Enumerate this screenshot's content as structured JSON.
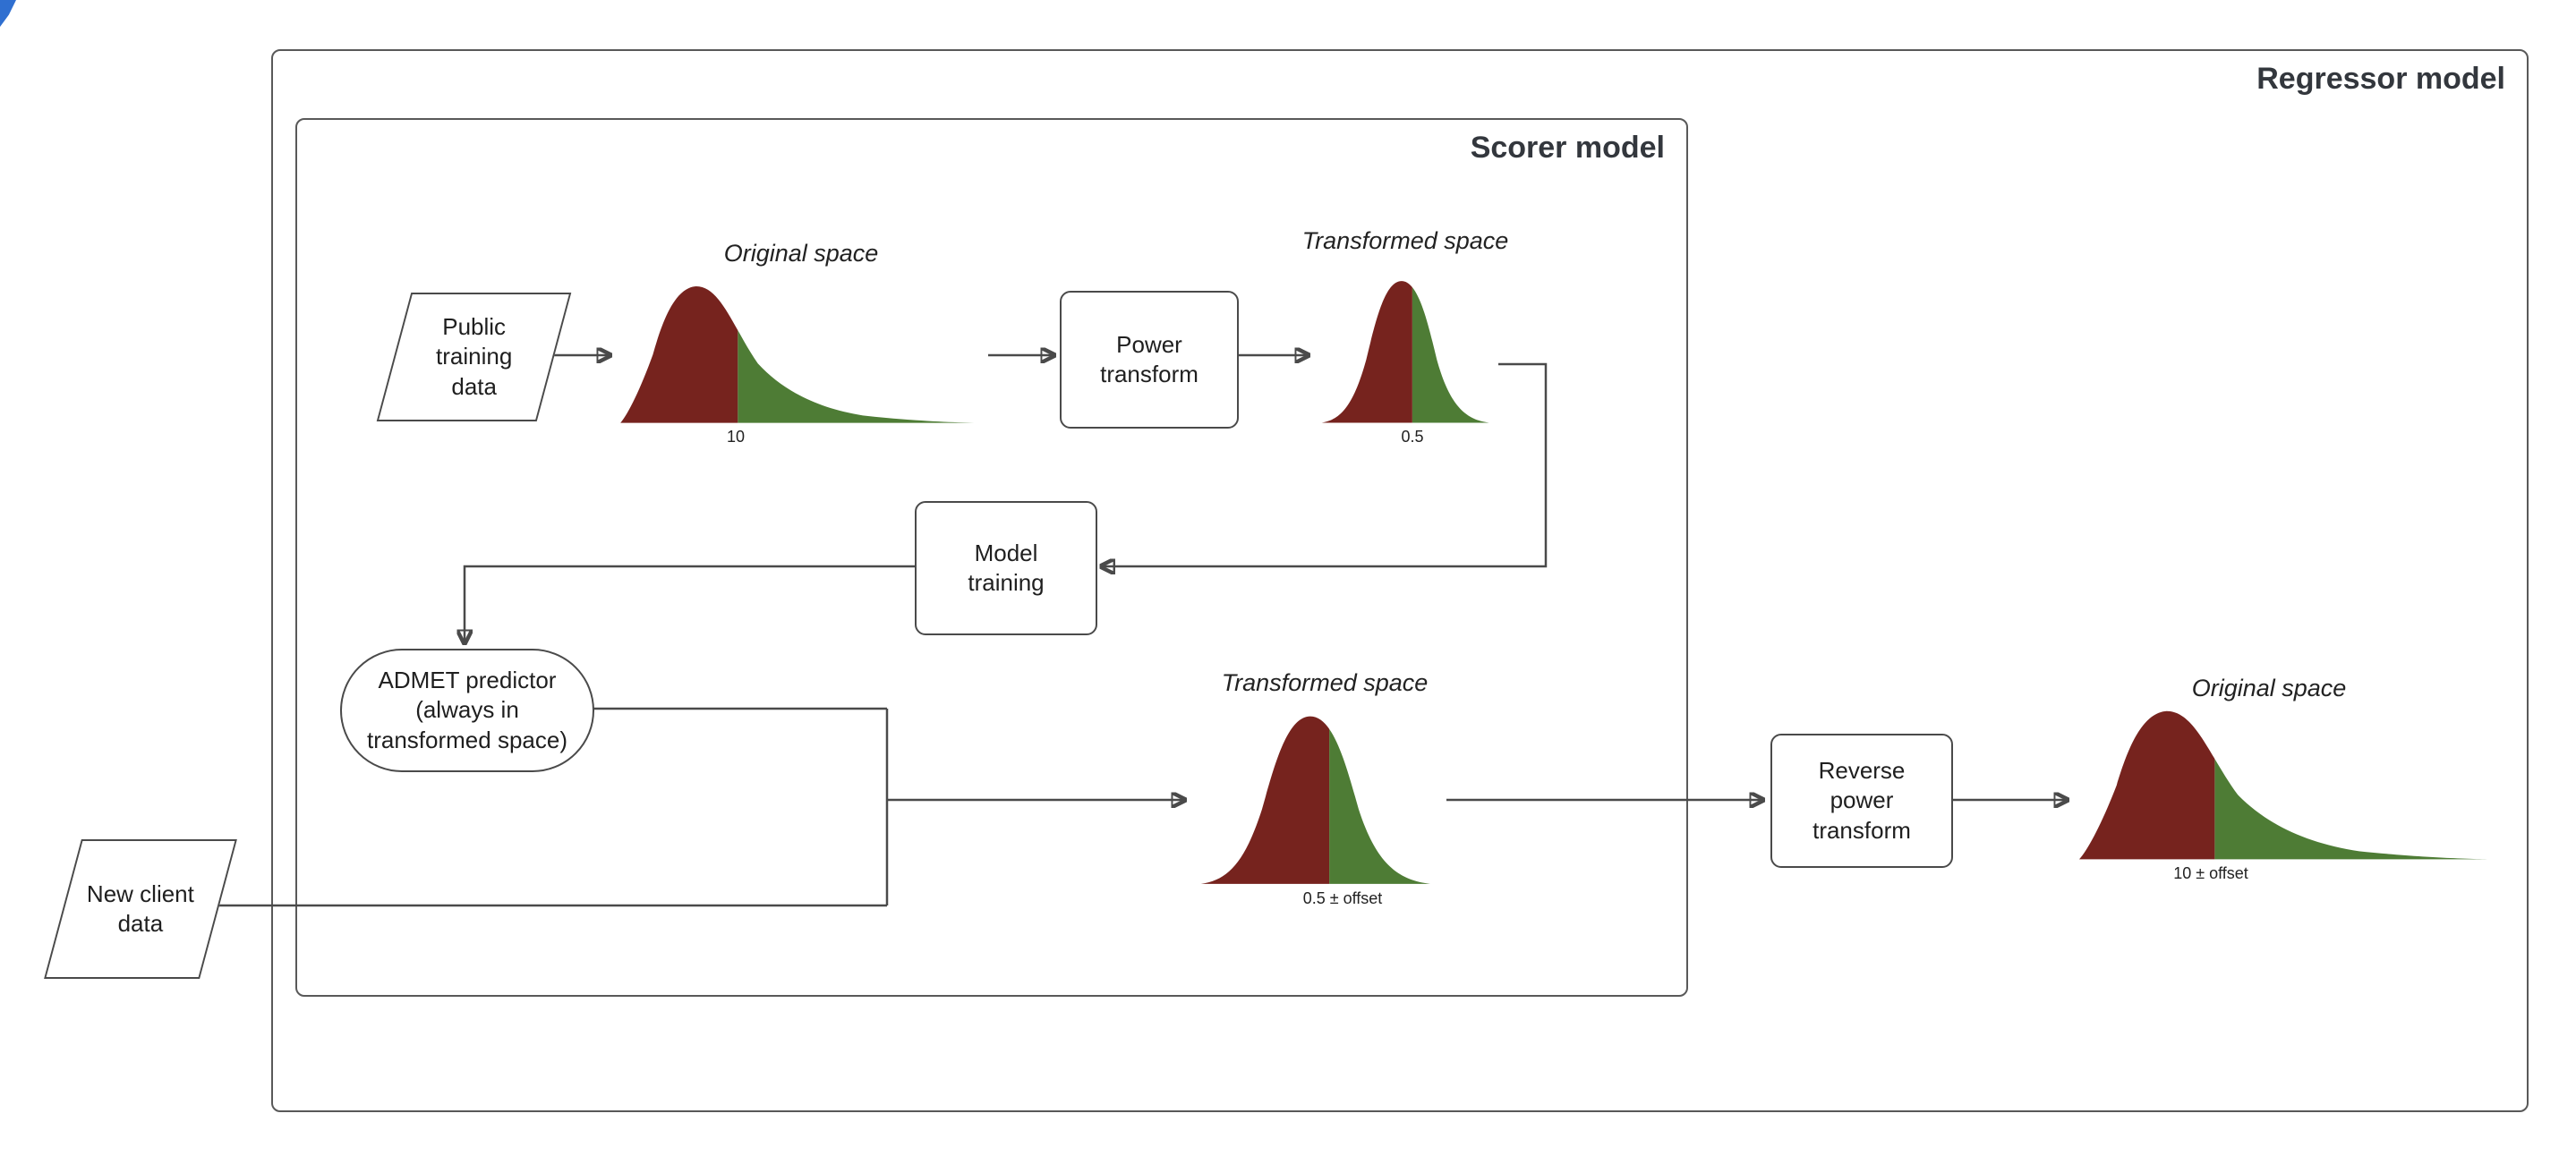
{
  "groups": {
    "regressor": {
      "label": "Regressor model"
    },
    "scorer": {
      "label": "Scorer model"
    }
  },
  "nodes": {
    "public_training_data": {
      "label": "Public\ntraining\ndata",
      "shape": "parallelogram"
    },
    "power_transform": {
      "label": "Power\ntransform",
      "shape": "rounded-rect"
    },
    "model_training": {
      "label": "Model\ntraining",
      "shape": "rounded-rect"
    },
    "admet_predictor": {
      "label": "ADMET predictor\n(always in\ntransformed space)",
      "shape": "stadium"
    },
    "new_client_data": {
      "label": "New client\ndata",
      "shape": "parallelogram"
    },
    "reverse_power_transform": {
      "label": "Reverse\npower\ntransform",
      "shape": "rounded-rect"
    }
  },
  "plots": {
    "original_space_train": {
      "title": "Original space",
      "axis_label": "10",
      "distribution": "right-skewed",
      "left_color": "#76231e",
      "right_color": "#4e7c35"
    },
    "transformed_space_train": {
      "title": "Transformed space",
      "axis_label": "0.5",
      "distribution": "bell",
      "left_color": "#76231e",
      "right_color": "#4e7c35"
    },
    "transformed_space_pred": {
      "title": "Transformed space",
      "axis_label": "0.5 ± offset",
      "distribution": "bell",
      "left_color": "#76231e",
      "right_color": "#4e7c35"
    },
    "original_space_pred": {
      "title": "Original space",
      "axis_label": "10 ± offset",
      "distribution": "right-skewed",
      "left_color": "#76231e",
      "right_color": "#4e7c35"
    }
  },
  "colors": {
    "distribution_left": "#76231e",
    "distribution_right": "#4e7c35",
    "node_border": "#4a4a4a",
    "group_border": "#595959",
    "label_text": "#33373d",
    "connector": "#4a4a4a",
    "corner_fragment_blue": "#2f6fd0"
  }
}
